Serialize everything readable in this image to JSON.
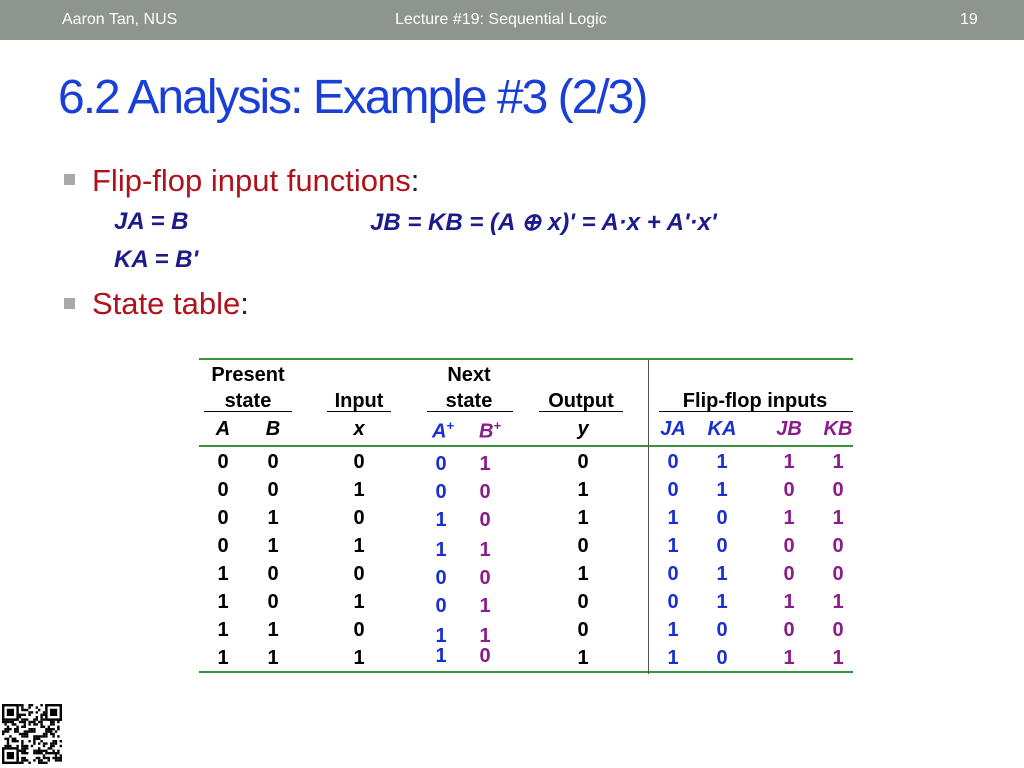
{
  "header": {
    "author": "Aaron Tan, NUS",
    "lecture": "Lecture #19: Sequential Logic",
    "page_number": "19",
    "bg_color": "#8d958e"
  },
  "title": "6.2 Analysis: Example #3 (2/3)",
  "bullets": [
    {
      "label": "Flip-flop input functions",
      "suffix": ":"
    },
    {
      "label": "State table",
      "suffix": ":"
    }
  ],
  "formulas": {
    "ja": "JA = B",
    "ka": "KA = B'",
    "jbkb": "JB = KB = (A ⊕ x)' = A·x + A'·x'"
  },
  "table": {
    "headers": {
      "present_line1": "Present",
      "present_line2": "state",
      "input": "Input",
      "next_line1": "Next",
      "next_line2": "state",
      "output": "Output",
      "ff_inputs": "Flip-flop inputs"
    },
    "subheaders": {
      "a": "A",
      "b": "B",
      "x": "x",
      "a_next": "A",
      "b_next": "B",
      "plus": "+",
      "y": "y",
      "ja": "JA",
      "ka": "KA",
      "jb": "JB",
      "kb": "KB"
    },
    "rows": [
      [
        "0",
        "0",
        "0",
        "0",
        "1",
        "0",
        "0",
        "1",
        "1",
        "1"
      ],
      [
        "0",
        "0",
        "1",
        "0",
        "0",
        "1",
        "0",
        "1",
        "0",
        "0"
      ],
      [
        "0",
        "1",
        "0",
        "1",
        "0",
        "1",
        "1",
        "0",
        "1",
        "1"
      ],
      [
        "0",
        "1",
        "1",
        "1",
        "1",
        "0",
        "1",
        "0",
        "0",
        "0"
      ],
      [
        "1",
        "0",
        "0",
        "0",
        "0",
        "1",
        "0",
        "1",
        "0",
        "0"
      ],
      [
        "1",
        "0",
        "1",
        "0",
        "1",
        "0",
        "0",
        "1",
        "1",
        "1"
      ],
      [
        "1",
        "1",
        "0",
        "1",
        "1",
        "0",
        "1",
        "0",
        "0",
        "0"
      ],
      [
        "1",
        "1",
        "1",
        "1",
        "0",
        "1",
        "1",
        "0",
        "1",
        "1"
      ]
    ],
    "colors": {
      "black": "#000000",
      "blue": "#1a2fd0",
      "purple": "#8a1d8a",
      "rule_green": "#39923a"
    }
  }
}
